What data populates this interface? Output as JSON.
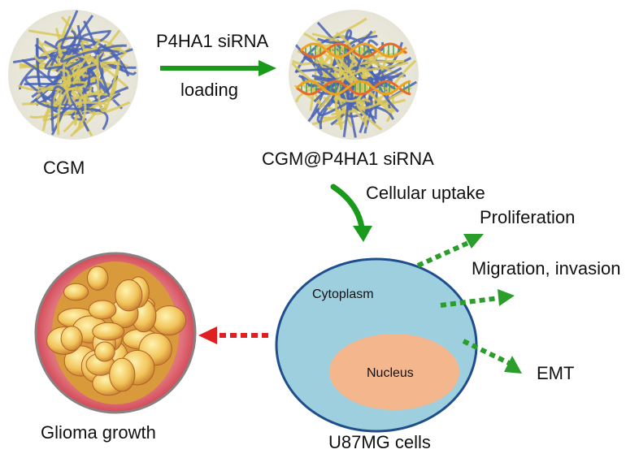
{
  "labels": {
    "cgm": "CGM",
    "siRNA": "P4HA1 siRNA",
    "loading": "loading",
    "cgm_loaded": "CGM@P4HA1 siRNA",
    "uptake": "Cellular uptake",
    "proliferation": "Proliferation",
    "migration": "Migration, invasion",
    "emt": "EMT",
    "cytoplasm": "Cytoplasm",
    "nucleus": "Nucleus",
    "cells": "U87MG cells",
    "glioma": "Glioma growth"
  },
  "colors": {
    "green_arrow": "#1a9a1a",
    "green_dotted": "#2a9d2a",
    "red_dotted": "#e02020",
    "cell_fill": "#9ecfdf",
    "cell_stroke": "#1f4e8c",
    "nucleus_fill": "#f4b68c",
    "fiber_blue": "#4a63b5",
    "fiber_yellow": "#d9c85a"
  }
}
